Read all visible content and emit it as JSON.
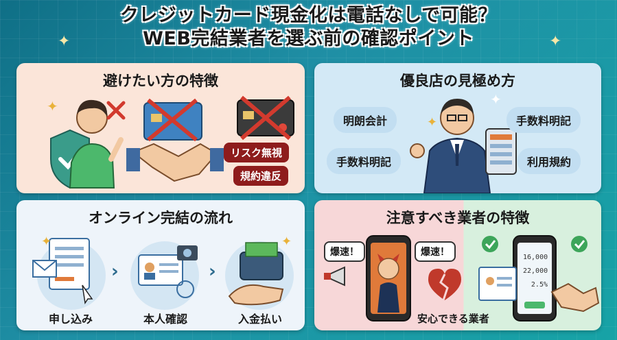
{
  "title": {
    "line1": "クレジットカード現金化は電話なしで可能？",
    "line2": "WEB完結業者を選ぶ前の確認ポイント"
  },
  "panel_avoid": {
    "title": "避けたい方の特徴",
    "tags": [
      "リスク無視",
      "規約違反"
    ],
    "icons": [
      "shield-check-icon",
      "person-icon",
      "cross-icon",
      "handshake-icon",
      "credit-card-icon"
    ]
  },
  "panel_good": {
    "title": "優良店の見極め方",
    "pills": [
      "明朗会計",
      "手数料明記",
      "手数料明記",
      "利用規約"
    ],
    "icons": [
      "businessman-icon",
      "tablet-icon",
      "sparkle-icon"
    ]
  },
  "panel_flow": {
    "title": "オンライン完結の流れ",
    "steps": [
      "申し込み",
      "本人確認",
      "入金払い"
    ],
    "icons": [
      "application-form-icon",
      "id-card-icon",
      "wallet-icon",
      "arrow-right-icon"
    ]
  },
  "panel_warn": {
    "title": "注意すべき業者の特徴",
    "bubbles": [
      "爆速！",
      "爆速！"
    ],
    "safe_label": "安心できる業者",
    "phone_values": [
      "16,000",
      "22,000",
      "2.5%"
    ],
    "icons": [
      "devil-phone-icon",
      "megaphone-icon",
      "broken-heart-icon",
      "check-icon",
      "phone-icon",
      "handshake-icon"
    ]
  },
  "colors": {
    "background": "#1f8fa5",
    "tag_red": "#8e1c1c",
    "pill_blue": "#c2def1",
    "warn_pink": "#f7d7d8",
    "safe_green": "#d8f0de"
  }
}
